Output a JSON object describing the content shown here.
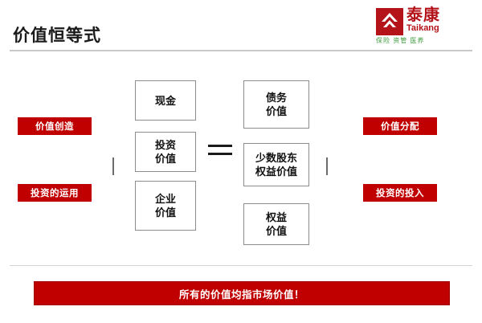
{
  "header": {
    "title": "价值恒等式"
  },
  "logo": {
    "mark": "taikang-logo-icon",
    "name_cn": "泰康",
    "name_en": "Taikang",
    "tagline": "保险  资管  医养",
    "color_red": "#b4131a",
    "color_green": "#3f9d3f"
  },
  "diagram": {
    "left_column": [
      {
        "name": "cash",
        "label": "现金"
      },
      {
        "name": "investment-value",
        "label": "投资\n价值"
      },
      {
        "name": "firm-value",
        "label": "企业\n价值"
      }
    ],
    "right_column": [
      {
        "name": "debt-value",
        "label": "债务\n价值"
      },
      {
        "name": "minority-interest-value",
        "label": "少数股东\n权益价值"
      },
      {
        "name": "equity-value",
        "label": "权益\n价值"
      }
    ],
    "equals_sign": "=",
    "labels": {
      "value_creation": "价值创造",
      "investment_use": "投资的运用",
      "value_allocation": "价值分配",
      "investment_input": "投资的投入"
    },
    "accent_red": "#c00000",
    "box_border": "#8c8c8c"
  },
  "footer": {
    "banner": "所有的价值均指市场价值！"
  }
}
